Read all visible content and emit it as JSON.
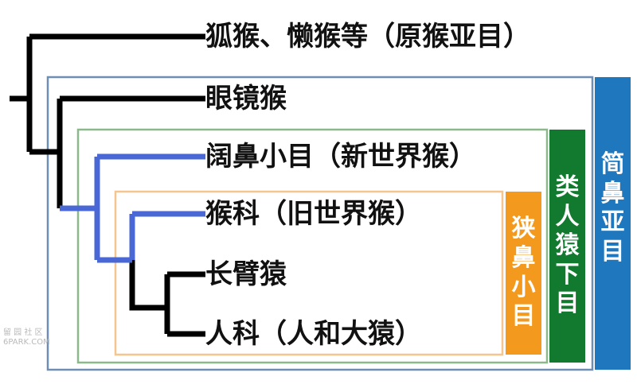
{
  "taxa": {
    "lemurs": "狐猴、懒猴等（原猴亚目）",
    "tarsiers": "眼镜猴",
    "new_world": "阔鼻小目（新世界猴）",
    "old_world": "猴科（旧世界猴）",
    "gibbons": "长臂猿",
    "hominids": "人科（人和大猿）"
  },
  "groups": {
    "haplorhini": {
      "chars": [
        "简",
        "鼻",
        "亚",
        "目"
      ],
      "color": "#1f77bd"
    },
    "simiiformes": {
      "chars": [
        "类",
        "人",
        "猿",
        "下",
        "目"
      ],
      "color": "#127a2f"
    },
    "catarrhini": {
      "chars": [
        "狭",
        "鼻",
        "小",
        "目"
      ],
      "color": "#f39a1e"
    }
  },
  "colors": {
    "tree_black": "#000000",
    "tree_blue": "#4a67d6",
    "box_haplorhini": "#6e8fb3",
    "box_simiiformes": "#8cb98c",
    "box_catarrhini": "#f5c48f"
  },
  "watermark": {
    "line1": "留 园 社 区",
    "line2": "6PARK.COM"
  }
}
